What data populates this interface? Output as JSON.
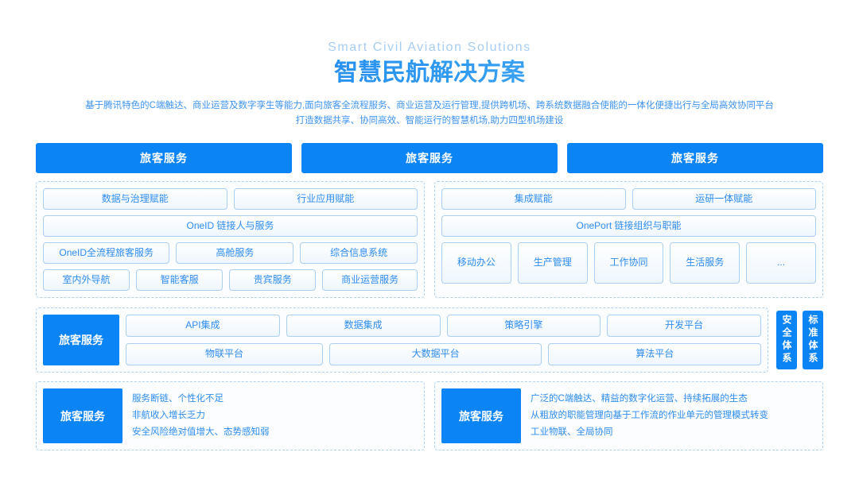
{
  "header": {
    "eng_title": "Smart Civil Aviation Solutions",
    "cn_title": "智慧民航解决方案",
    "subtitle_line1": "基于腾讯特色的C端触达、商业运营及数字孪生等能力,面向旅客全流程服务、商业运营及运行管理,提供跨机场、跨系统数据融合使能的一体化便捷出行与全局高效协同平台",
    "subtitle_line2": "打造数据共享、协同高效、智能运行的智慧机场,助力四型机场建设"
  },
  "top_bars": [
    {
      "label": "旅客服务"
    },
    {
      "label": "旅客服务"
    },
    {
      "label": "旅客服务"
    }
  ],
  "left_panel": {
    "row1": [
      {
        "label": "数据与治理赋能"
      },
      {
        "label": "行业应用赋能"
      }
    ],
    "row2": [
      {
        "label": "OneID 链接人与服务"
      }
    ],
    "row3": [
      {
        "label": "OneID全流程旅客服务"
      },
      {
        "label": "高舱服务"
      },
      {
        "label": "综合信息系统"
      }
    ],
    "row4": [
      {
        "label": "室内外导航"
      },
      {
        "label": "智能客服"
      },
      {
        "label": "贵宾服务"
      },
      {
        "label": "商业运营服务"
      }
    ]
  },
  "right_panel": {
    "row1": [
      {
        "label": "集成赋能"
      },
      {
        "label": "运研一体赋能"
      }
    ],
    "row2": [
      {
        "label": "OnePort 链接组织与职能"
      }
    ],
    "row3": [
      {
        "label": "移动办公"
      },
      {
        "label": "生产管理"
      },
      {
        "label": "工作协同"
      },
      {
        "label": "生活服务"
      },
      {
        "label": "..."
      }
    ]
  },
  "platform": {
    "side_label": "旅客服务",
    "row1": [
      {
        "label": "API集成"
      },
      {
        "label": "数据集成"
      },
      {
        "label": "策略引擎"
      },
      {
        "label": "开发平台"
      }
    ],
    "row2": [
      {
        "label": "物联平台"
      },
      {
        "label": "大数据平台"
      },
      {
        "label": "算法平台"
      }
    ],
    "vertical_bars": [
      {
        "label": "安全体系"
      },
      {
        "label": "标准体系"
      }
    ]
  },
  "bottom": {
    "left": {
      "label": "旅客服务",
      "lines": [
        "服务断链、个性化不足",
        "非航收入增长乏力",
        "安全风险绝对值增大、态势感知弱"
      ]
    },
    "right": {
      "label": "旅客服务",
      "lines": [
        "广泛的C端触达、精益的数字化运营、持续拓展的生态",
        "从粗放的职能管理向基于工作流的作业单元的管理模式转变",
        "工业物联、全局协同"
      ]
    }
  },
  "colors": {
    "primary_blue": "#0b84f5",
    "text_blue": "#2d8cf0",
    "light_blue_border": "#a9cff2",
    "dashed_border": "#aed3f2",
    "eng_title": "#a9cdf1"
  }
}
